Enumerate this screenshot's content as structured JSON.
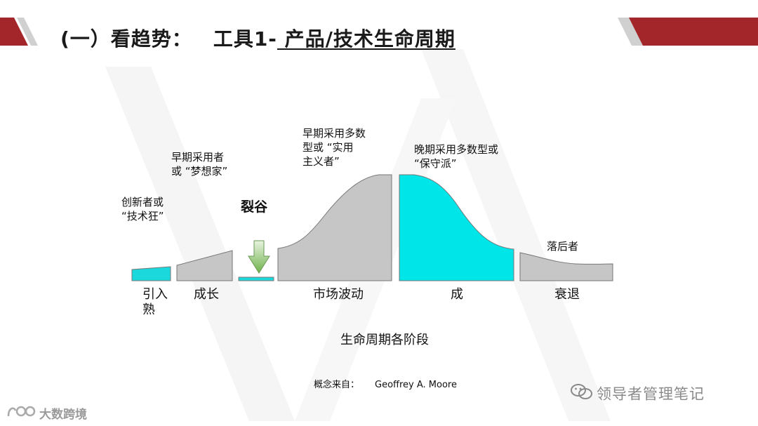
{
  "slide": {
    "title_prefix": "(一）看趋势：",
    "title_tool": "工具1-",
    "title_topic": " 产品/技术生命周期"
  },
  "segments": [
    {
      "id": "introduction",
      "color": "#1ad8dc",
      "label": "创新者或\n“技术狂”",
      "stage": "引入\n熟"
    },
    {
      "id": "growth",
      "color": "#c6c6c6",
      "label": "早期采用者\n或 “梦想家”",
      "stage": "成长"
    },
    {
      "id": "chasm",
      "color": "#1ad8dc",
      "label": "裂谷",
      "stage": ""
    },
    {
      "id": "market-volatility",
      "color": "#c6c6c6",
      "label": "早期采用多数\n型或 “实用\n主义者”",
      "stage": "市场波动"
    },
    {
      "id": "maturity",
      "color": "#00e5e8",
      "label": "晚期采用多数型或\n“保守派”",
      "stage": "成"
    },
    {
      "id": "decline",
      "color": "#c6c6c6",
      "label": "落后者",
      "stage": "衰退"
    }
  ],
  "axis_title": "生命周期各阶段",
  "credit": {
    "label": "概念来自：",
    "author": "Geoffrey A. Moore"
  },
  "watermarks": {
    "right": "领导者管理笔记",
    "left": "大数跨境"
  },
  "colors": {
    "accent_red": "#a3262a",
    "stroke": "#777777",
    "arrow_green": "#7ab85a"
  }
}
